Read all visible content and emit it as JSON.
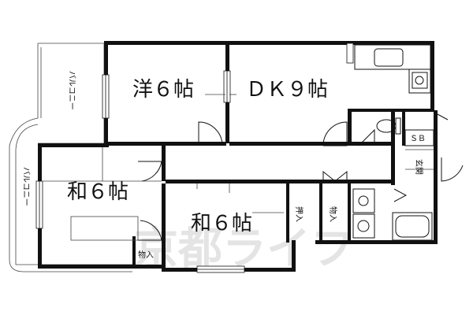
{
  "rooms": {
    "western": "洋６帖",
    "dk": "ＤＫ９帖",
    "japanese_left": "和６帖",
    "japanese_center": "和６帖"
  },
  "storage": {
    "oshiire": "押入",
    "monoire_small_left": "物入",
    "monoire_center": "物入"
  },
  "balcony": {
    "upper": "バルコニー",
    "lower": "バルコニー"
  },
  "sb_label": "ＳＢ",
  "entrance_label": "玄関",
  "watermark": "京都ライフ"
}
